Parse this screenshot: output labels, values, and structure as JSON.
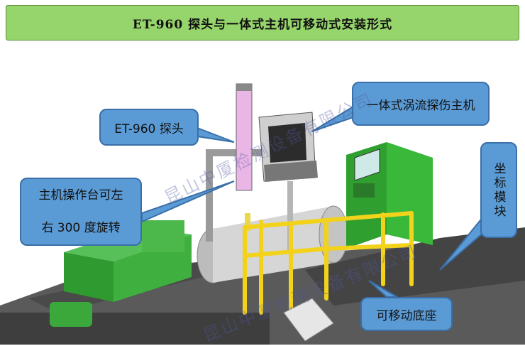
{
  "title": "ET-960 探头与一体式主机可移动式安装形式",
  "callouts": {
    "probe": "ET-960 探头",
    "host": "一体式涡流探伤主机",
    "console_line1": "主机操作台可左",
    "console_line2": "右 300 度旋转",
    "coord": "坐标模块",
    "base": "可移动底座"
  },
  "watermarks": {
    "w1": "昆山中厦检测设备有限公司",
    "w2": "昆山中厦检测设备有限公司"
  },
  "colors": {
    "title_bg": "#96d46c",
    "callout_bg": "#5b9bd5",
    "machine_green": "#3aa83a",
    "rail_yellow": "#f2d21b"
  }
}
